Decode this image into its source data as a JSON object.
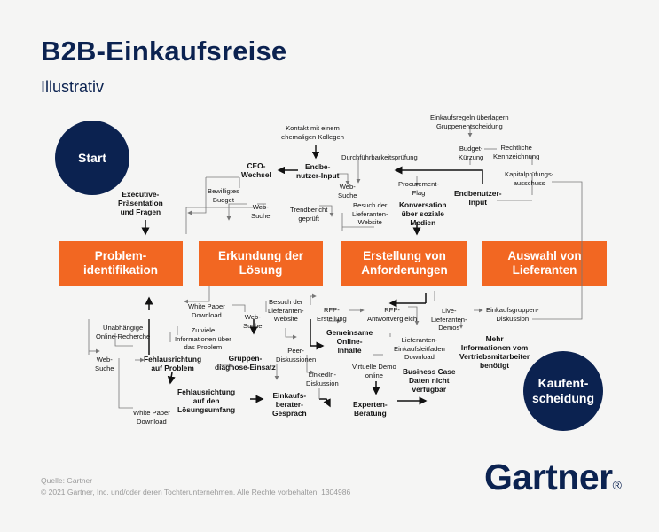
{
  "header": {
    "title": "B2B-Einkaufsreise",
    "subtitle": "Illustrativ"
  },
  "circles": {
    "start": "Start",
    "end": "Kaufent-\nscheidung"
  },
  "stages": [
    "Problem-\nidentifikation",
    "Erkundung der\nLösung",
    "Erstellung von\nAnforderungen",
    "Auswahl von\nLieferanten"
  ],
  "labels": {
    "executive": "Executive-\nPräsentation\nund Fragen",
    "ceo": "CEO-\nWechsel",
    "budget": "Bewilligtes\nBudget",
    "kontakt": "Kontakt mit einem\nehemaligen Kollegen",
    "endbenutzer_input1": "Endbe-\nnutzer-Input",
    "websuche1": "Web-\nSuche",
    "websuche2": "Web-\nSuche",
    "durchfuehrbarkeit": "Durchführbarkeitsprüfung",
    "trendbericht": "Trendbericht\ngeprüft",
    "besuch1": "Besuch der\nLieferanten-\nWebsite",
    "procurement": "Procurement-\nFlag",
    "konversation": "Konversation\nüber soziale\nMedien",
    "endbenutzer_input2": "Endbenutzer-\nInput",
    "einkaufsregeln": "Einkaufsregeln überlagern\nGruppenentscheidung",
    "budgetkuerzung": "Budget-\nKürzung",
    "kennzeichnung": "Rechtliche\nKennzeichnung",
    "kapital": "Kapitalprüfungs-\nausschuss",
    "whitepaper1": "White Paper\nDownload",
    "besuch2": "Besuch der\nLieferanten-\nWebsite",
    "rfp_erstellung": "RFP-\nErstellung",
    "rfp_vergleich": "RFP-\nAntwortvergleich",
    "live_demos": "Live-\nLieferanten-\nDemos",
    "gruppen_diskussion": "Einkaufsgruppen-\nDiskussion",
    "unabhaengige": "Unabhängige\nOnline-Recherche",
    "zu_viele": "Zu viele\nInformationen über\ndas Problem",
    "websuche3": "Web-\nSuche",
    "gemeinsame": "Gemeinsame\nOnline-\nInhalte",
    "leitfaden": "Lieferanten-\nEinkaufsleitfaden\nDownload",
    "vertrieb": "Mehr\nInformationen vom\nVertriebsmitarbeiter\nbenötigt",
    "websuche4": "Web-\nSuche",
    "fehl_problem": "Fehlausrichtung\nauf Problem",
    "gruppen_einsatz": "Gruppen-\ndiagnose-Einsatz",
    "peer": "Peer-\nDiskussionen",
    "linkedin": "LinkedIn-\nDiskussion",
    "virtuelle": "Virtuelle Demo\nonline",
    "business_case": "Business Case\nDaten nicht\nverfügbar",
    "fehl_loesung": "Fehlausrichtung\nauf den\nLösungsumfang",
    "berater": "Einkaufs-\nberater-\nGespräch",
    "experten": "Experten-\nBeratung",
    "whitepaper2": "White Paper\nDownload"
  },
  "footer": {
    "source": "Quelle: Gartner",
    "copyright": "© 2021 Gartner, Inc. und/oder deren Tochterunternehmen. Alle Rechte vorbehalten. 1304986"
  },
  "logo": {
    "text": "Gartner",
    "mark": "®"
  },
  "colors": {
    "navy": "#0b2250",
    "orange": "#f26722",
    "background": "#f5f5f4"
  }
}
